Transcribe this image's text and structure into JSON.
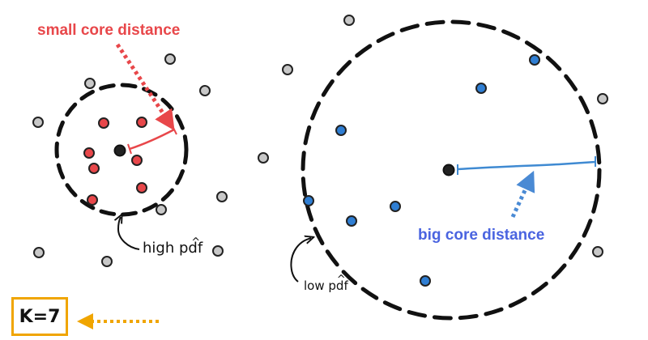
{
  "labels": {
    "small_core_distance": "small core distance",
    "big_core_distance": "big core distance",
    "high_pdf_word": "high",
    "high_pdf_symbol": "pdf",
    "low_pdf_word": "low",
    "low_pdf_symbol": "pdf",
    "hat": "^",
    "k_value": "K=7"
  },
  "colors": {
    "small_core": "#e8474a",
    "big_core": "#4a64e0",
    "k_box": "#f0a500",
    "outlier_point": "#c8c8c8",
    "core_point": "#222222",
    "circle": "#111111"
  }
}
